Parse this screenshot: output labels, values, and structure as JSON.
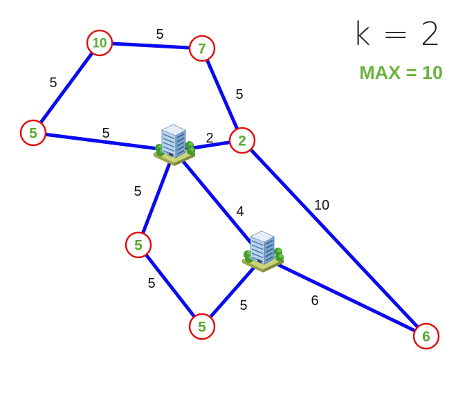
{
  "header": {
    "k_text": "k = 2",
    "max_text": "MAX = 10"
  },
  "colors": {
    "edge": "#0a0af0",
    "node_border": "#e01010",
    "node_text": "#5aa832",
    "max_text": "#6cb33f"
  },
  "nodes": [
    {
      "id": "n10a",
      "value": "10"
    },
    {
      "id": "n7",
      "value": "7"
    },
    {
      "id": "n5left",
      "value": "5"
    },
    {
      "id": "n2",
      "value": "2"
    },
    {
      "id": "n5mid",
      "value": "5"
    },
    {
      "id": "n5bottom",
      "value": "5"
    },
    {
      "id": "n6",
      "value": "6"
    }
  ],
  "centers": [
    {
      "id": "office1",
      "icon": "office-building-icon"
    },
    {
      "id": "office2",
      "icon": "office-building-icon"
    }
  ],
  "edges": [
    {
      "from": "n10a",
      "to": "n7",
      "weight": "5"
    },
    {
      "from": "n10a",
      "to": "n5left",
      "weight": "5"
    },
    {
      "from": "n7",
      "to": "n2",
      "weight": "5"
    },
    {
      "from": "n5left",
      "to": "office1",
      "weight": "5"
    },
    {
      "from": "office1",
      "to": "n2",
      "weight": "2"
    },
    {
      "from": "office1",
      "to": "n5mid",
      "weight": "5"
    },
    {
      "from": "office1",
      "to": "office2",
      "weight": "4"
    },
    {
      "from": "n2",
      "to": "n6",
      "weight": "10"
    },
    {
      "from": "n5mid",
      "to": "n5bottom",
      "weight": "5"
    },
    {
      "from": "office2",
      "to": "n5bottom",
      "weight": "5"
    },
    {
      "from": "office2",
      "to": "n6",
      "weight": "6"
    }
  ]
}
